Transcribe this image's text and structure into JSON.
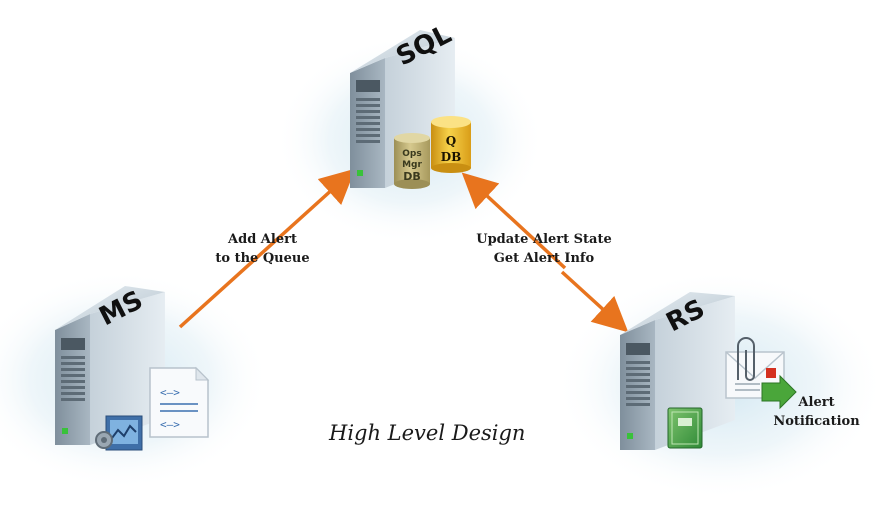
{
  "diagram": {
    "title": "High Level Design",
    "nodes": {
      "sql": {
        "label": "SQL",
        "db_ops": [
          "Ops",
          "Mgr",
          "DB"
        ],
        "db_queue": [
          "Q",
          "DB"
        ]
      },
      "ms": {
        "label": "MS"
      },
      "rs": {
        "label": "RS"
      }
    },
    "edges": {
      "ms_to_sql": {
        "line1": "Add Alert",
        "line2": "to the Queue"
      },
      "rs_sql": {
        "line1": "Update Alert State",
        "line2": "Get Alert Info"
      }
    },
    "alert": {
      "line1": "Alert",
      "line2": "Notification"
    },
    "colors": {
      "arrow": "#e8741e",
      "server": "#aebcc7",
      "glow": "#cfe6f1"
    }
  }
}
